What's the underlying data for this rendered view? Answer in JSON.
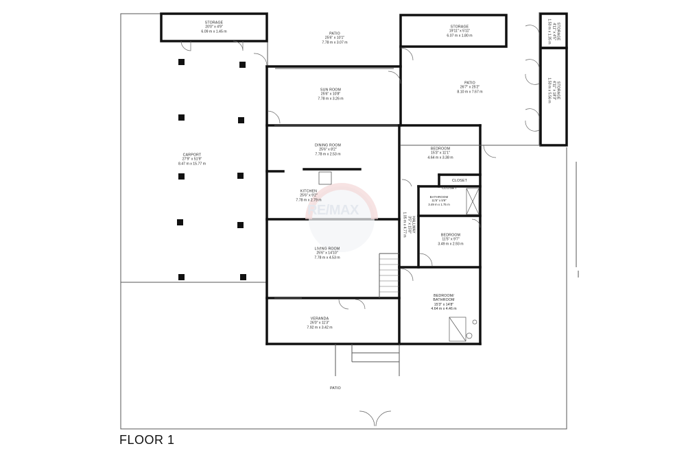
{
  "floor_title": "FLOOR 1",
  "watermark": "RE/MAX",
  "colors": {
    "wall": "#111111",
    "thin_line": "#555555",
    "watermark": "#dfe4ea"
  },
  "rooms": {
    "storage_top_left": {
      "name": "STORAGE",
      "imperial": "20'0\" x 4'9\"",
      "metric": "6.09 m x 1.45 m"
    },
    "patio_top": {
      "name": "PATIO",
      "imperial": "25'6\" x 10'1\"",
      "metric": "7.78 m x 3.07 m"
    },
    "storage_top_right": {
      "name": "STORAGE",
      "imperial": "19'11\" x 5'11\"",
      "metric": "6.07 m x 1.80 m"
    },
    "storage_small": {
      "name": "STORAGE",
      "imperial": "4'11\" x 4'5\"",
      "metric": "1.50 m x 1.35 m"
    },
    "storage_tall": {
      "name": "STORAGE",
      "imperial": "4'11\" x 18'3\"",
      "metric": "1.50 m x 5.56 m"
    },
    "patio_right": {
      "name": "PATIO",
      "imperial": "26'7\" x 25'2\"",
      "metric": "8.10 m x 7.67 m"
    },
    "sun_room": {
      "name": "SUN ROOM",
      "imperial": "25'6\" x 10'8\"",
      "metric": "7.78 m x 3.26 m"
    },
    "carport": {
      "name": "CARPORT",
      "imperial": "27'9\" x 51'9\"",
      "metric": "8.47 m x 15.77 m"
    },
    "dining_room": {
      "name": "DINING ROOM",
      "imperial": "25'6\" x 8'2\"",
      "metric": "7.78 m x 2.53 m"
    },
    "bedroom_1": {
      "name": "BEDROOM",
      "imperial": "15'3\" x 11'1\"",
      "metric": "4.64 m x 3.38 m"
    },
    "closet_1": {
      "name": "CLOSET"
    },
    "closet_2": {
      "name": "CLOSET"
    },
    "bathroom": {
      "name": "BATHROOM",
      "imperial": "11'5\" x 5'9\"",
      "metric": "3.49 m x 1.75 m"
    },
    "kitchen": {
      "name": "KITCHEN",
      "imperial": "25'6\" x 9'2\"",
      "metric": "7.78 m x 2.79 m"
    },
    "hallway": {
      "name": "HALLWAY",
      "imperial": "3'5\" x 15'8\"",
      "metric": "1.05 m x 4.77 m"
    },
    "bedroom_2": {
      "name": "BEDROOM",
      "imperial": "11'5\" x 9'7\"",
      "metric": "3.49 m x 2.93 m"
    },
    "living_room": {
      "name": "LIVING ROOM",
      "imperial": "25'6\" x 14'10\"",
      "metric": "7.78 m x 4.53 m"
    },
    "bedroom_bathroom": {
      "name": "BEDROOM/",
      "name2": "BATHROOM",
      "imperial": "15'3\" x 14'8\"",
      "metric": "4.64 m x 4.46 m"
    },
    "veranda": {
      "name": "VERANDA",
      "imperial": "26'0\" x 11'3\"",
      "metric": "7.92 m x 3.42 m"
    },
    "patio_bottom": {
      "name": "PATIO"
    }
  }
}
